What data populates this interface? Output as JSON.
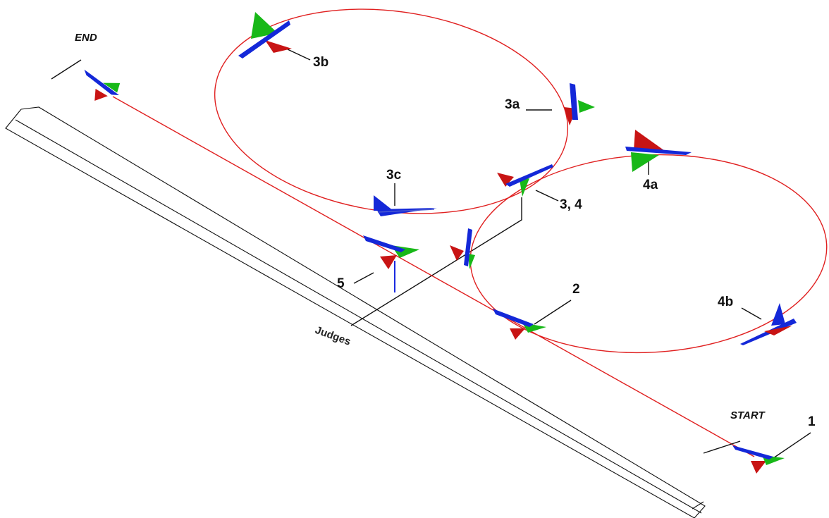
{
  "colors": {
    "flight_path": "#e02020",
    "runway": "#111111",
    "plane_red": "#c81414",
    "plane_green": "#18b818",
    "plane_blue": "#1428d8",
    "marker_blue": "#1a2ae0",
    "background": "#ffffff"
  },
  "markers": {
    "start": "START",
    "end": "END",
    "judges": "Judges"
  },
  "positions": {
    "p1": "1",
    "p2": "2",
    "p3_4": "3, 4",
    "p3a": "3a",
    "p3b": "3b",
    "p3c": "3c",
    "p4a": "4a",
    "p4b": "4b",
    "p5": "5"
  }
}
